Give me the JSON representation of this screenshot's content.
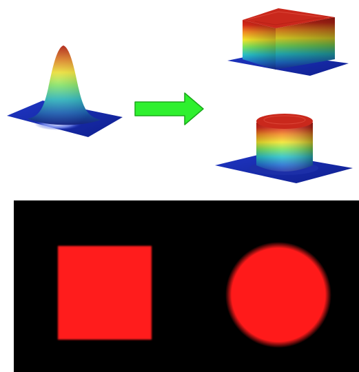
{
  "diagram": {
    "arrow_color": "#2ef02e",
    "arrow_outline": "#1aa81a",
    "colormap": [
      "#1c2fa8",
      "#1f6fd0",
      "#27c0c8",
      "#7ce35c",
      "#f2e52a",
      "#f28a22",
      "#d62a1a"
    ],
    "panel_background": "#000000",
    "shape_color": "#ff1a1a",
    "top_row": {
      "input_surface": "gaussian-beam-profile",
      "outputs": [
        "square-flat-top-profile",
        "circular-flat-top-profile"
      ]
    },
    "bottom_row": {
      "shapes": [
        "square",
        "circle"
      ]
    }
  }
}
